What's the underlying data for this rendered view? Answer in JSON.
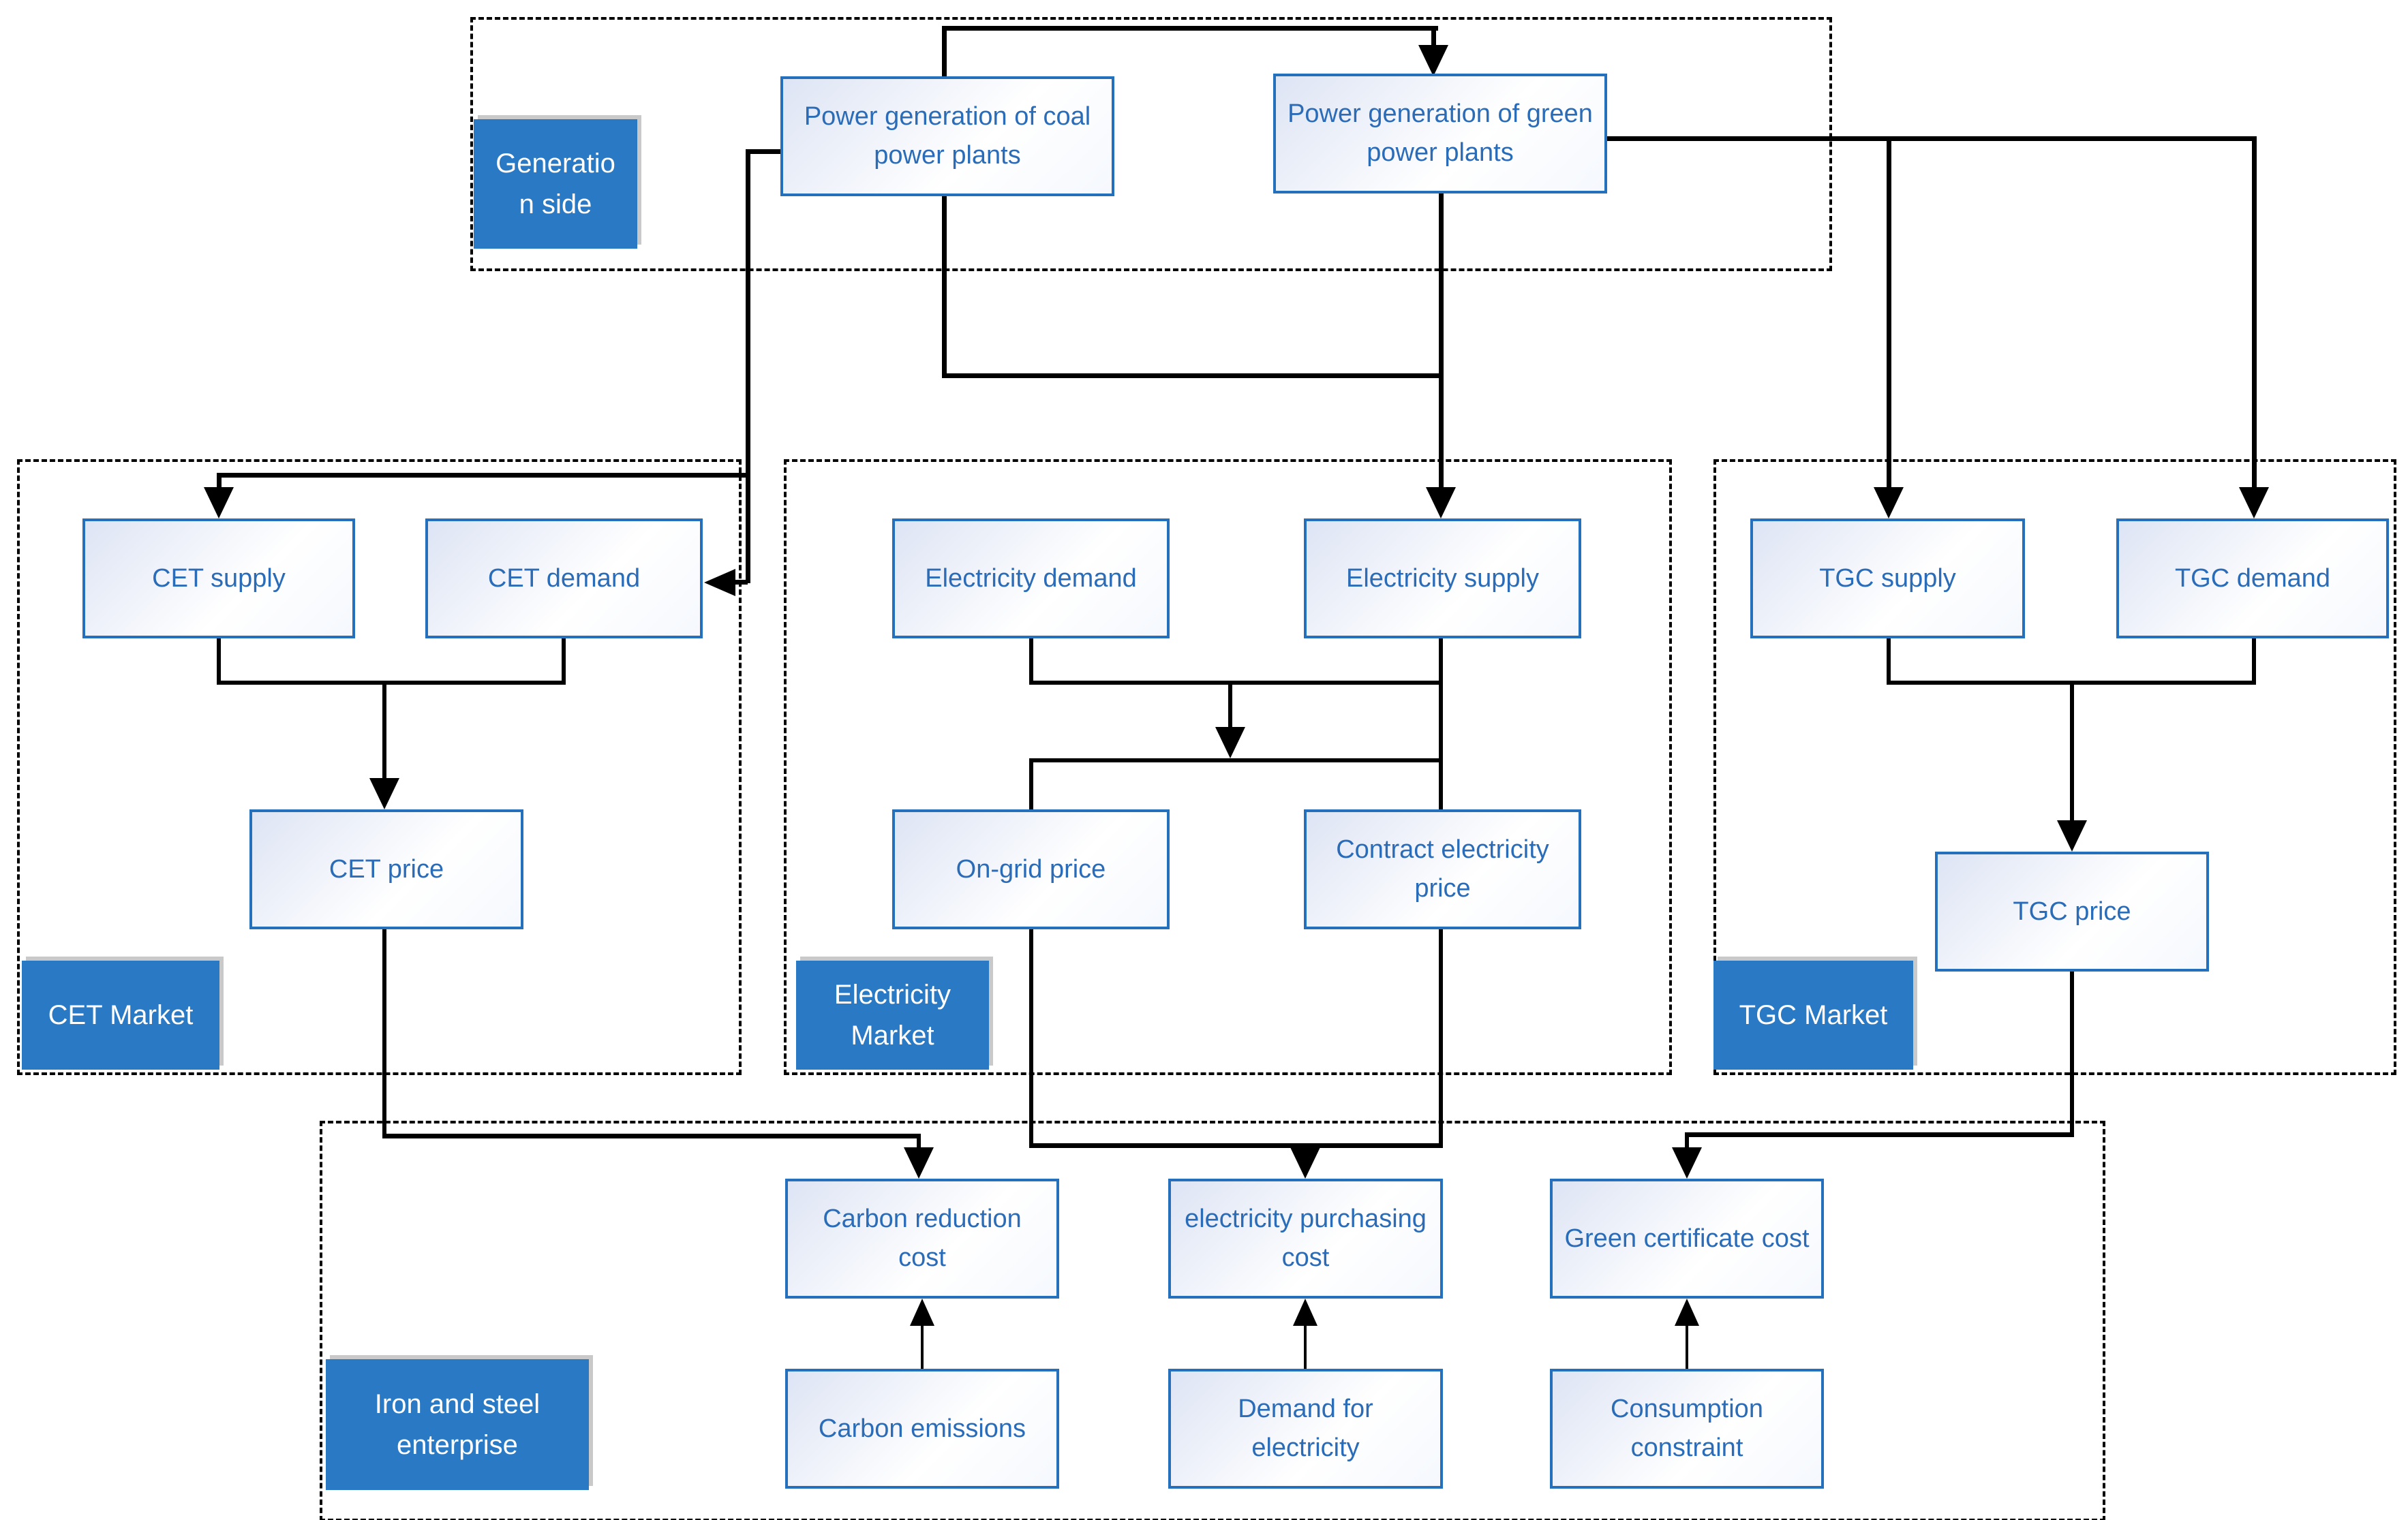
{
  "title": "Coupled CET, electricity and TGC market mechanism diagram",
  "colors": {
    "node_border": "#2470bd",
    "node_text": "#2a6cb8",
    "node_fill_gradient_start": "#dde4f4",
    "node_fill_gradient_end": "#ffffff",
    "group_label_bg": "#2979c5",
    "group_label_text": "#ffffff",
    "connector": "#000000",
    "dashed_border": "#000000"
  },
  "labels": {
    "generation_side": "Generatio\nn side",
    "cet_market": "CET Market",
    "electricity_market": "Electricity\nMarket",
    "tgc_market": "TGC Market",
    "enterprise": "Iron and steel\nenterprise"
  },
  "nodes": {
    "coal_plant": "Power generation of coal power plants",
    "green_plant": "Power generation of green power plants",
    "cet_supply": "CET supply",
    "cet_demand": "CET demand",
    "electricity_demand": "Electricity demand",
    "electricity_supply": "Electricity supply",
    "tgc_supply": "TGC supply",
    "tgc_demand": "TGC demand",
    "cet_price": "CET price",
    "on_grid_price": "On-grid price",
    "contract_price": "Contract electricity price",
    "tgc_price": "TGC price",
    "carbon_reduction_cost": "Carbon reduction cost",
    "electricity_purchasing_cost": "electricity purchasing cost",
    "green_certificate_cost": "Green certificate cost",
    "carbon_emissions": "Carbon emissions",
    "demand_for_electricity": "Demand for electricity",
    "consumption_constraint": "Consumption constraint"
  },
  "edges": [
    "coal_plant -> green_plant",
    "coal_plant -> cet_supply",
    "coal_plant -> cet_demand",
    "coal_plant + green_plant -> electricity_supply",
    "green_plant -> tgc_supply",
    "green_plant -> tgc_demand",
    "cet_supply + cet_demand -> cet_price",
    "electricity_demand + electricity_supply -> on_grid_price + contract_price",
    "tgc_supply + tgc_demand -> tgc_price",
    "cet_price -> carbon_reduction_cost",
    "on_grid_price + contract_price -> electricity_purchasing_cost",
    "tgc_price -> green_certificate_cost",
    "carbon_emissions -> carbon_reduction_cost",
    "demand_for_electricity -> electricity_purchasing_cost",
    "consumption_constraint -> green_certificate_cost"
  ]
}
